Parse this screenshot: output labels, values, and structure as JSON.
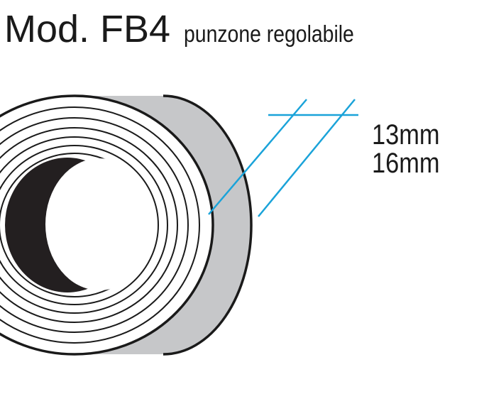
{
  "title": {
    "model": "Mod. FB4",
    "subtitle": "punzone regolabile"
  },
  "dimensions": {
    "line1": "13mm",
    "line2": "16mm"
  },
  "colors": {
    "outline": "#1a1a1a",
    "roller_side": "#c6c7c9",
    "bore_shadow": "#231f20",
    "dimension_lines": "#1aa3d9",
    "background": "#ffffff"
  }
}
